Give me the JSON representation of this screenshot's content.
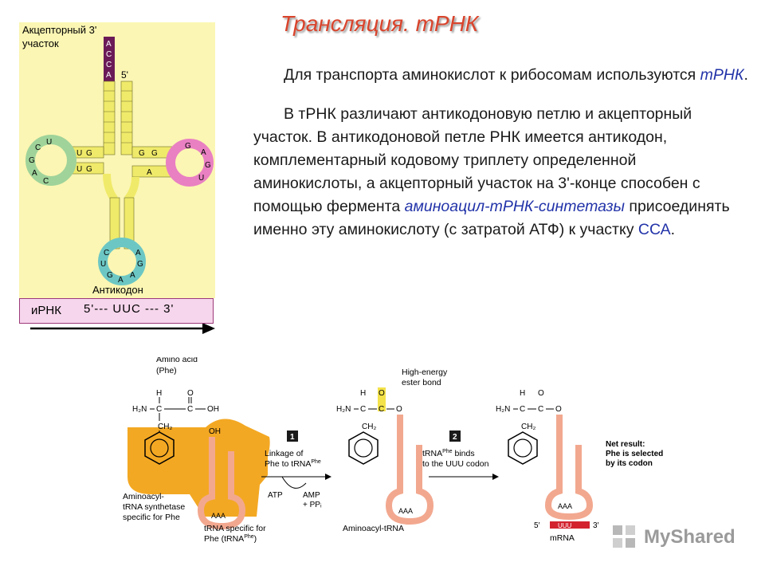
{
  "slide": {
    "title": "Трансляция. тРНК",
    "paragraph1": {
      "before": "Для транспорта аминокислот к рибосомам используются ",
      "highlight": "тРНК",
      "after": "."
    },
    "paragraph2": {
      "part1": "В тРНК различают антикодоновую петлю и акцепторный участок. В антикодоновой петле РНК имеется антикодон, комплементарный кодовому триплету определенной аминокислоты, а акцепторный участок на 3'-конце способен с помощью фермента ",
      "enzyme": "аминоацил-тРНК-синтетазы",
      "part2": " присоединять именно эту аминокислоту (с затратой АТФ) к участку ",
      "site": "ССА",
      "part3": "."
    }
  },
  "trna_diagram": {
    "acceptor_label_line1": "Акцепторный 3'",
    "acceptor_label_line2": "участок",
    "five_prime": "5'",
    "acceptor_letters": [
      "A",
      "C",
      "C",
      "A"
    ],
    "left_loop": [
      "U",
      "C",
      "G",
      "A",
      "C",
      "U",
      "G",
      "U",
      "G"
    ],
    "right_loop": [
      "G",
      "A",
      "G",
      "U",
      "G",
      "G",
      "A"
    ],
    "anticodon_loop": [
      "C",
      "U",
      "G",
      "A",
      "A",
      "G",
      "A"
    ],
    "anticodon_label": "Антикодон",
    "mrna_label": "иРНК",
    "mrna_seq": "5'--- UUC --- 3'"
  },
  "bottom_diagram": {
    "amino_acid_label": "Amino acid",
    "phe_label": "(Phe)",
    "h2n": "H₂N",
    "c": "C",
    "h": "H",
    "o": "O",
    "oh": "OH",
    "ch2": "CH₂",
    "synthetase_label": [
      "Aminoacyl-",
      "tRNA synthetase",
      "specific for Phe"
    ],
    "trna_specific_label": [
      "tRNA specific for",
      "Phe (tRNA"
    ],
    "phe_sup": "Phe",
    "paren_close": ")",
    "anticodon_aaa": "AAA",
    "step1_num": "1",
    "step1_label": [
      "Linkage of",
      "Phe to tRNA"
    ],
    "atp": "ATP",
    "amp": "AMP",
    "ppi": "+ PPᵢ",
    "high_energy_label": [
      "High-energy",
      "ester bond"
    ],
    "aminoacyl_trna_label": "Aminoacyl-tRNA",
    "step2_num": "2",
    "step2_label": [
      "tRNA",
      "binds",
      "to the UUU codon"
    ],
    "net_result_label": [
      "Net result:",
      "Phe is selected",
      "by its codon"
    ],
    "codon_uuu": "UUU",
    "five": "5′",
    "three": "3′",
    "mrna": "mRNA"
  },
  "watermark": {
    "text": "MyShared"
  },
  "colors": {
    "title": "#d9442c",
    "highlight": "#2233a8",
    "yellow_stem": "#f0ea6a",
    "green_loop": "#9fd39a",
    "pink_loop": "#e980c2",
    "teal_anticodon": "#6cc7c4",
    "purple_acceptor": "#6b1a58",
    "synthetase": "#f3a823",
    "trna_salmon": "#f2a88f",
    "mrna_red": "#d3232f"
  }
}
